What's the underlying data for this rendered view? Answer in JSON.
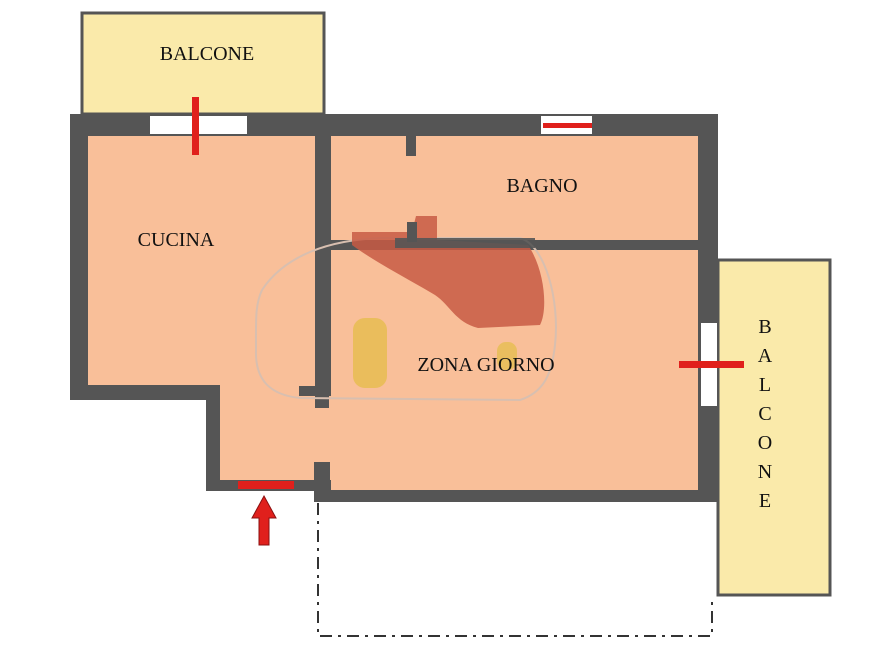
{
  "plan": {
    "rooms": {
      "balcone_top": "BALCONE",
      "cucina": "CUCINA",
      "bagno": "BAGNO",
      "zona_giorno": "ZONA GIORNO",
      "balcone_right": [
        "B",
        "A",
        "L",
        "C",
        "O",
        "N",
        "E"
      ]
    },
    "colors": {
      "wall": "#555555",
      "floor": "#f9bf99",
      "balcony": "#faeaaa",
      "door_red": "#e0201c",
      "stain": "#c85a44",
      "yellow_item": "#e8bd55"
    }
  }
}
